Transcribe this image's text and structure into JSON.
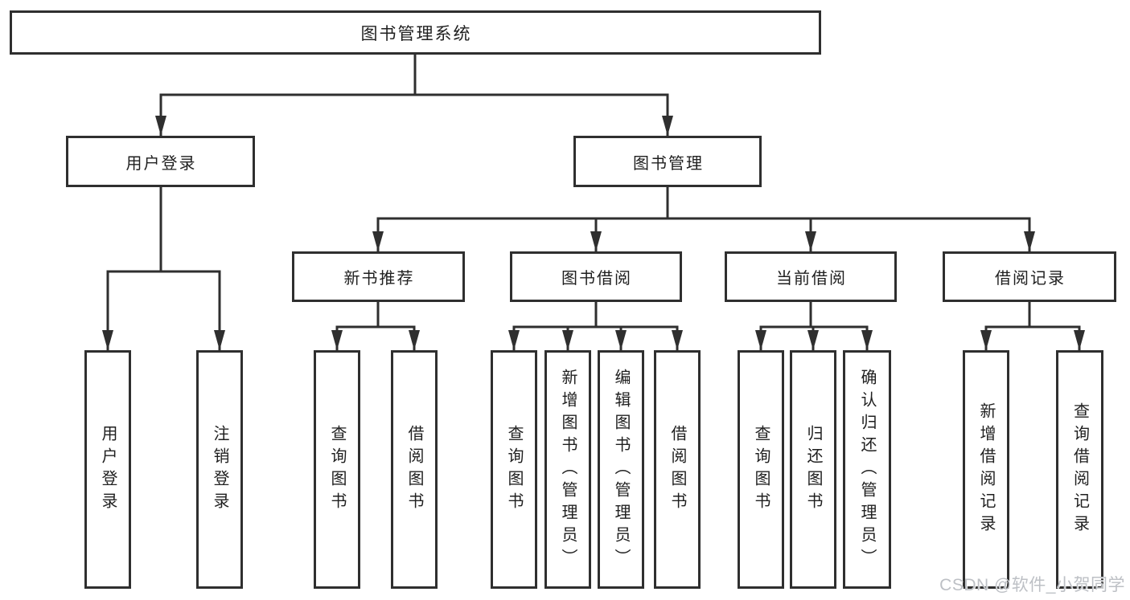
{
  "tree": {
    "label": "图书管理系统",
    "children": [
      {
        "label": "用户登录",
        "children": [
          {
            "label": "用户登录"
          },
          {
            "label": "注销登录"
          }
        ]
      },
      {
        "label": "图书管理",
        "children": [
          {
            "label": "新书推荐",
            "children": [
              {
                "label": "查询图书"
              },
              {
                "label": "借阅图书"
              }
            ]
          },
          {
            "label": "图书借阅",
            "children": [
              {
                "label": "查询图书"
              },
              {
                "label": "新增图书（管理员）"
              },
              {
                "label": "编辑图书（管理员）"
              },
              {
                "label": "借阅图书"
              }
            ]
          },
          {
            "label": "当前借阅",
            "children": [
              {
                "label": "查询图书"
              },
              {
                "label": "归还图书"
              },
              {
                "label": "确认归还（管理员）"
              }
            ]
          },
          {
            "label": "借阅记录",
            "children": [
              {
                "label": "新增借阅记录"
              },
              {
                "label": "查询借阅记录"
              }
            ]
          }
        ]
      }
    ]
  },
  "watermark": {
    "text": "CSDN @软件_小贺同学"
  },
  "colors": {
    "line": "#2f2f2f",
    "text": "#1f1f1f",
    "box_background": "#ffffff",
    "watermark": "#bdc0c5",
    "background": "#ffffff"
  }
}
